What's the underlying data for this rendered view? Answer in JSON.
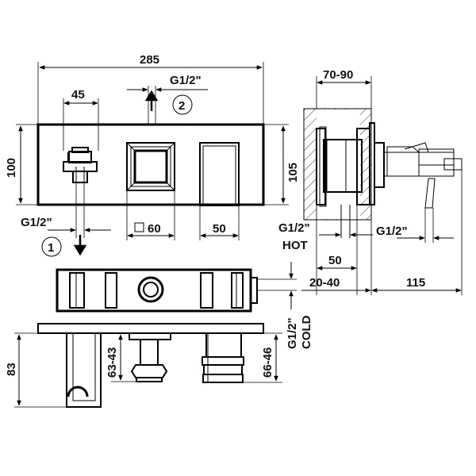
{
  "dimensions": {
    "width_total": "285",
    "spacing_left": "45",
    "thread_top": "G1/2\"",
    "height_left": "100",
    "height_right": "105",
    "thread_left": "G1/2\"",
    "square_size": "60",
    "handle_width": "50",
    "depth_wall": "70-90",
    "thread_hot": "G1/2\"",
    "label_hot": "HOT",
    "thread_side": "G1/2\"",
    "depth_50": "50",
    "depth_adjust": "20-40",
    "depth_115": "115",
    "height_83": "83",
    "range_63_43": "63-43",
    "range_66_46": "66-46",
    "thread_cold": "G1/2\"",
    "label_cold": "COLD"
  },
  "callouts": {
    "inlet_1": "1",
    "outlet_2": "2"
  }
}
